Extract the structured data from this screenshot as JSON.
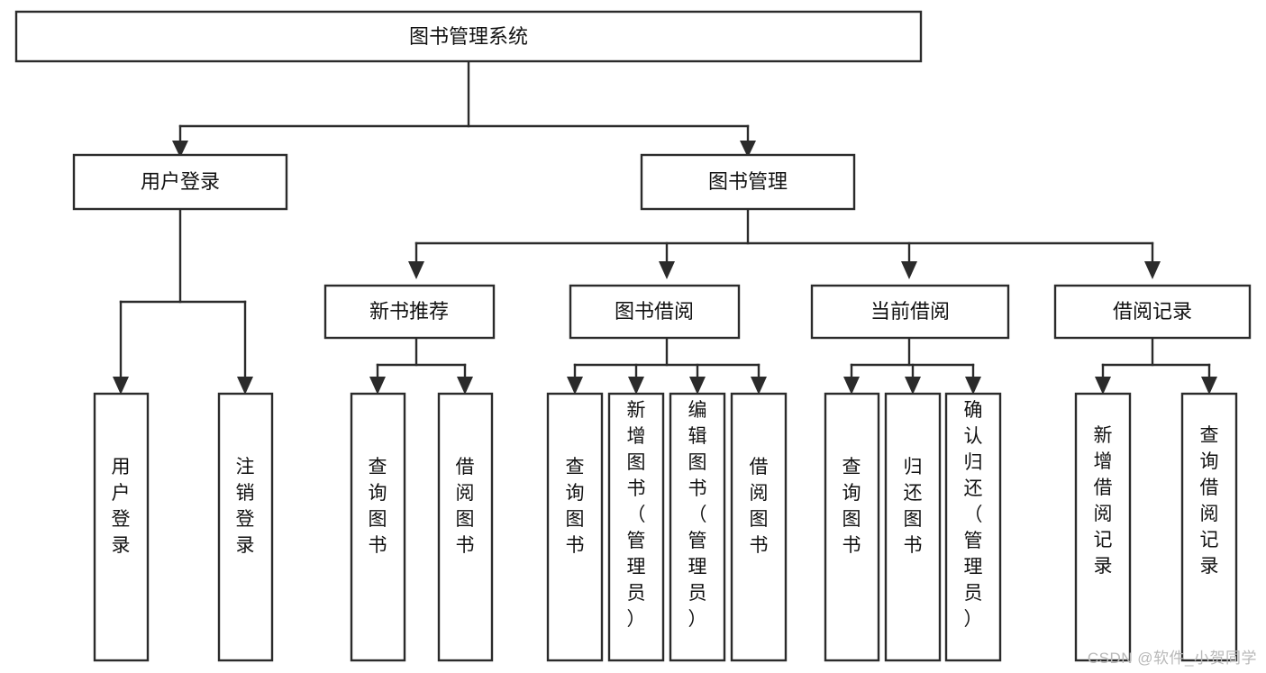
{
  "diagram": {
    "type": "tree-hierarchy",
    "orientation": "top-down",
    "watermark": "CSDN @软件_小贺同学",
    "colors": {
      "background": "#ffffff",
      "node_fill": "#ffffff",
      "node_stroke": "#2b2b2b",
      "text": "#111111",
      "watermark": "#b8b8b8"
    },
    "root": {
      "id": "root",
      "label": "图书管理系统"
    },
    "level1": [
      {
        "id": "user-login",
        "label": "用户登录"
      },
      {
        "id": "book-manage",
        "label": "图书管理"
      }
    ],
    "level2": [
      {
        "id": "new-book-recommend",
        "label": "新书推荐",
        "parent": "book-manage"
      },
      {
        "id": "book-borrow",
        "label": "图书借阅",
        "parent": "book-manage"
      },
      {
        "id": "current-borrow",
        "label": "当前借阅",
        "parent": "book-manage"
      },
      {
        "id": "borrow-record",
        "label": "借阅记录",
        "parent": "book-manage"
      }
    ],
    "leaves": {
      "user-login": [
        {
          "id": "leaf-user-login",
          "label": "用户登录"
        },
        {
          "id": "leaf-user-logout",
          "label": "注销登录"
        }
      ],
      "new-book-recommend": [
        {
          "id": "leaf-query-book-1",
          "label": "查询图书"
        },
        {
          "id": "leaf-borrow-book-1",
          "label": "借阅图书"
        }
      ],
      "book-borrow": [
        {
          "id": "leaf-query-book-2",
          "label": "查询图书"
        },
        {
          "id": "leaf-add-book",
          "label": "新增图书（管理员）"
        },
        {
          "id": "leaf-edit-book",
          "label": "编辑图书（管理员）"
        },
        {
          "id": "leaf-borrow-book-2",
          "label": "借阅图书"
        }
      ],
      "current-borrow": [
        {
          "id": "leaf-query-book-3",
          "label": "查询图书"
        },
        {
          "id": "leaf-return-book",
          "label": "归还图书"
        },
        {
          "id": "leaf-confirm-return",
          "label": "确认归还（管理员）"
        }
      ],
      "borrow-record": [
        {
          "id": "leaf-add-record",
          "label": "新增借阅记录"
        },
        {
          "id": "leaf-query-record",
          "label": "查询借阅记录"
        }
      ]
    }
  }
}
